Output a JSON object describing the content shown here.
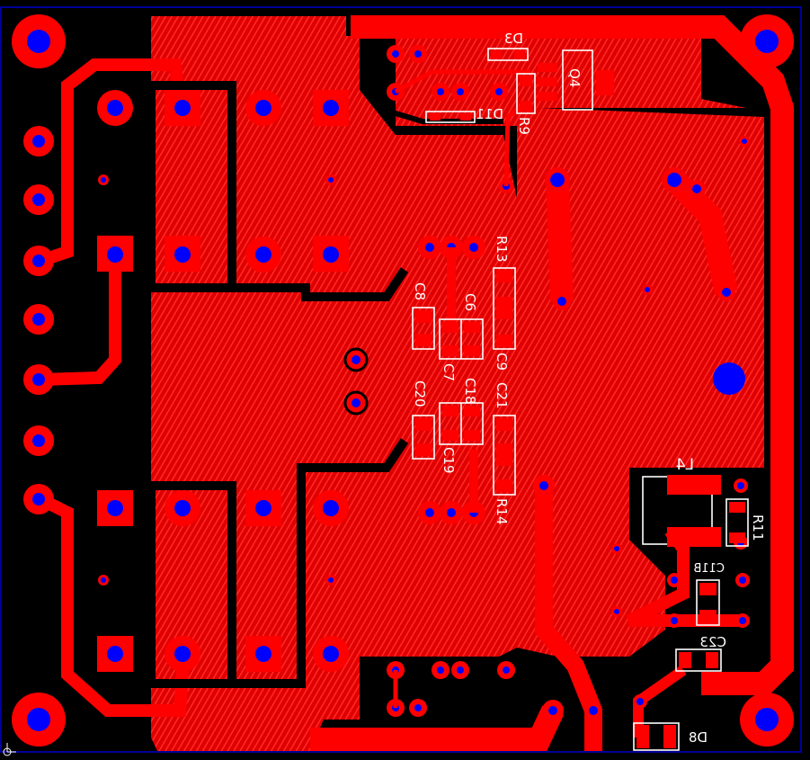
{
  "colors": {
    "background": "#000000",
    "copper": "#ff0000",
    "via": "#0000ff",
    "silkscreen": "#ffffff",
    "border": "#0000cc"
  },
  "labels": {
    "D3": "D3",
    "Q4": "Q4",
    "D11": "D11",
    "R9": "R9",
    "R13": "R13",
    "C8": "C8",
    "C6": "C6",
    "C7": "C7",
    "C9": "C9",
    "C20": "C20",
    "C18": "C18",
    "C21": "C21",
    "C19": "C19",
    "R14": "R14",
    "L4": "L4",
    "R11": "R11",
    "C11B": "C11B",
    "C23": "C23",
    "D8": "D8"
  }
}
